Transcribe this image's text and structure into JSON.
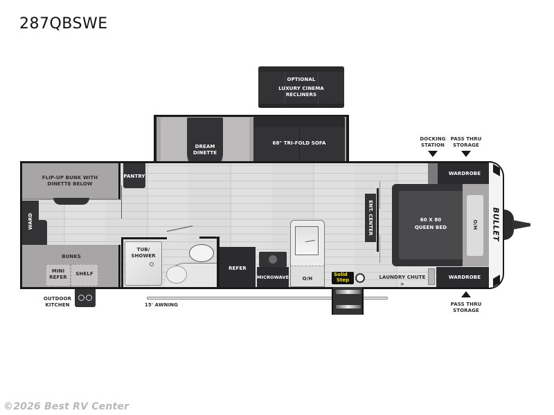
{
  "model": "287QBSWE",
  "brand_logo": "BULLET",
  "watermark": "©2026 Best RV Center",
  "rooms": {
    "optional_title": "OPTIONAL",
    "optional_name_1": "LUXURY CINEMA",
    "optional_name_2": "RECLINERS",
    "dinette_1": "DREAM",
    "dinette_2": "DINETTE",
    "sofa": "68\" TRI-FOLD SOFA",
    "docking_1": "DOCKING",
    "docking_2": "STATION",
    "pass_thru_top_1": "PASS THRU",
    "pass_thru_top_2": "STORAGE",
    "wardrobe_top": "WARDROBE",
    "wardrobe_bottom": "WARDROBE",
    "flip_bunk_1": "FLIP-UP BUNK WITH",
    "flip_bunk_2": "DINETTE BELOW",
    "pantry": "PANTRY",
    "ward": "WARD",
    "bunks": "BUNKS",
    "mini_refer_1": "MINI",
    "mini_refer_2": "REFER",
    "shelf": "SHELF",
    "tub_1": "TUB/",
    "tub_2": "SHOWER",
    "refer": "REFER",
    "microwave": "MICROWAVE",
    "oh_kitchen": "O/H",
    "ent_center": "ENT. CENTER",
    "bed_1": "60 X 80",
    "bed_2": "QUEEN BED",
    "oh_bed": "O/H",
    "laundry": "LAUNDRY CHUTE >",
    "outdoor_1": "OUTDOOR",
    "outdoor_2": "KITCHEN",
    "awning": "15' AWNING",
    "pass_thru_bottom_1": "PASS THRU",
    "pass_thru_bottom_2": "STORAGE",
    "solid_step_1": "Solid",
    "solid_step_2": "Step"
  },
  "colors": {
    "dark_furniture": "#333235",
    "wall": "#1a1a1a",
    "slide_gray": "#a7a5a5",
    "floor": "#d9d9d9",
    "solid_step_yellow": "#f5e400"
  }
}
